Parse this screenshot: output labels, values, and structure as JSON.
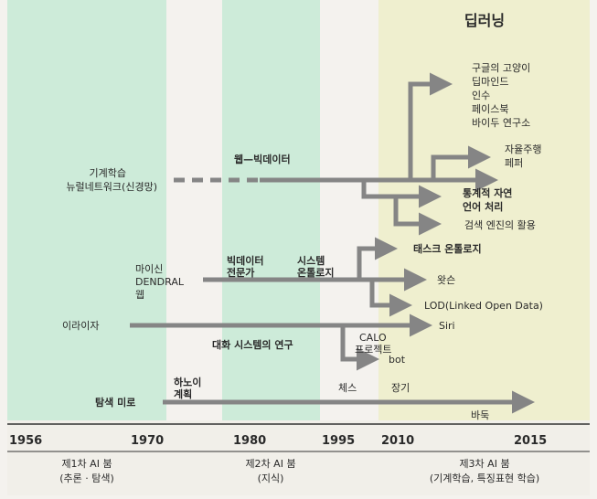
{
  "title": "딥러닝",
  "colors": {
    "boom_band": "#cdebd9",
    "deep_band": "#efefcf",
    "arrow": "#858585",
    "text": "#2a2a2a"
  },
  "years": [
    "1956",
    "1970",
    "1980",
    "1995",
    "2010",
    "2015"
  ],
  "eras": [
    {
      "name": "제1차 AI 붐",
      "sub": "(추론 · 탐색)"
    },
    {
      "name": "제2차 AI 붐",
      "sub": "(지식)"
    },
    {
      "name": "제3차 AI 붐",
      "sub": "(기계학습, 특징표현 학습)"
    }
  ],
  "origins": {
    "ml": [
      "기계학습",
      "뉴럴네트워크(신경망)"
    ],
    "mycin": [
      "마이신",
      "DENDRAL",
      "웹"
    ],
    "eliza": "이라이자",
    "search": "탐색 미로"
  },
  "mids": {
    "webbig": "웹—빅데이터",
    "bigexp": [
      "빅데이터",
      "전문가"
    ],
    "sysonto": [
      "시스템",
      "온톨로지"
    ],
    "dialog": "대화 시스템의 연구",
    "calo": [
      "CALO",
      "프로젝트"
    ],
    "hanoi": [
      "하노이",
      "계획"
    ],
    "chess": "체스",
    "shogi": "장기"
  },
  "results": {
    "google": [
      "구글의 고양이",
      "딥마인드",
      "인수",
      "페이스북",
      "바이두 연구소"
    ],
    "auto": [
      "자율주행",
      "페퍼"
    ],
    "stat": [
      "통계적 자연",
      "언어 처리"
    ],
    "search_engine": "검색 엔진의 활용",
    "task_onto": "태스크 온톨로지",
    "watson": "왓슨",
    "lod": "LOD(Linked Open Data)",
    "siri": "Siri",
    "bot": "bot",
    "baduk": "바둑"
  }
}
